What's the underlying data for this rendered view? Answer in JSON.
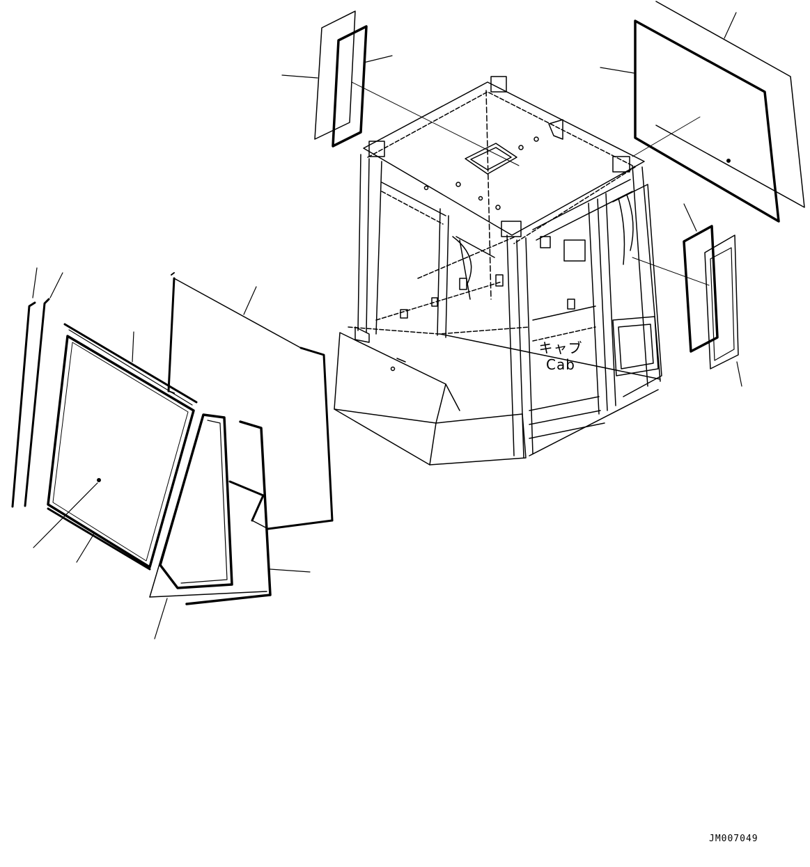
{
  "cab_label": {
    "japanese": "キャブ",
    "english": "Cab"
  },
  "drawing_id": "JM007049",
  "colors": {
    "line": "#000000",
    "background": "#ffffff"
  }
}
